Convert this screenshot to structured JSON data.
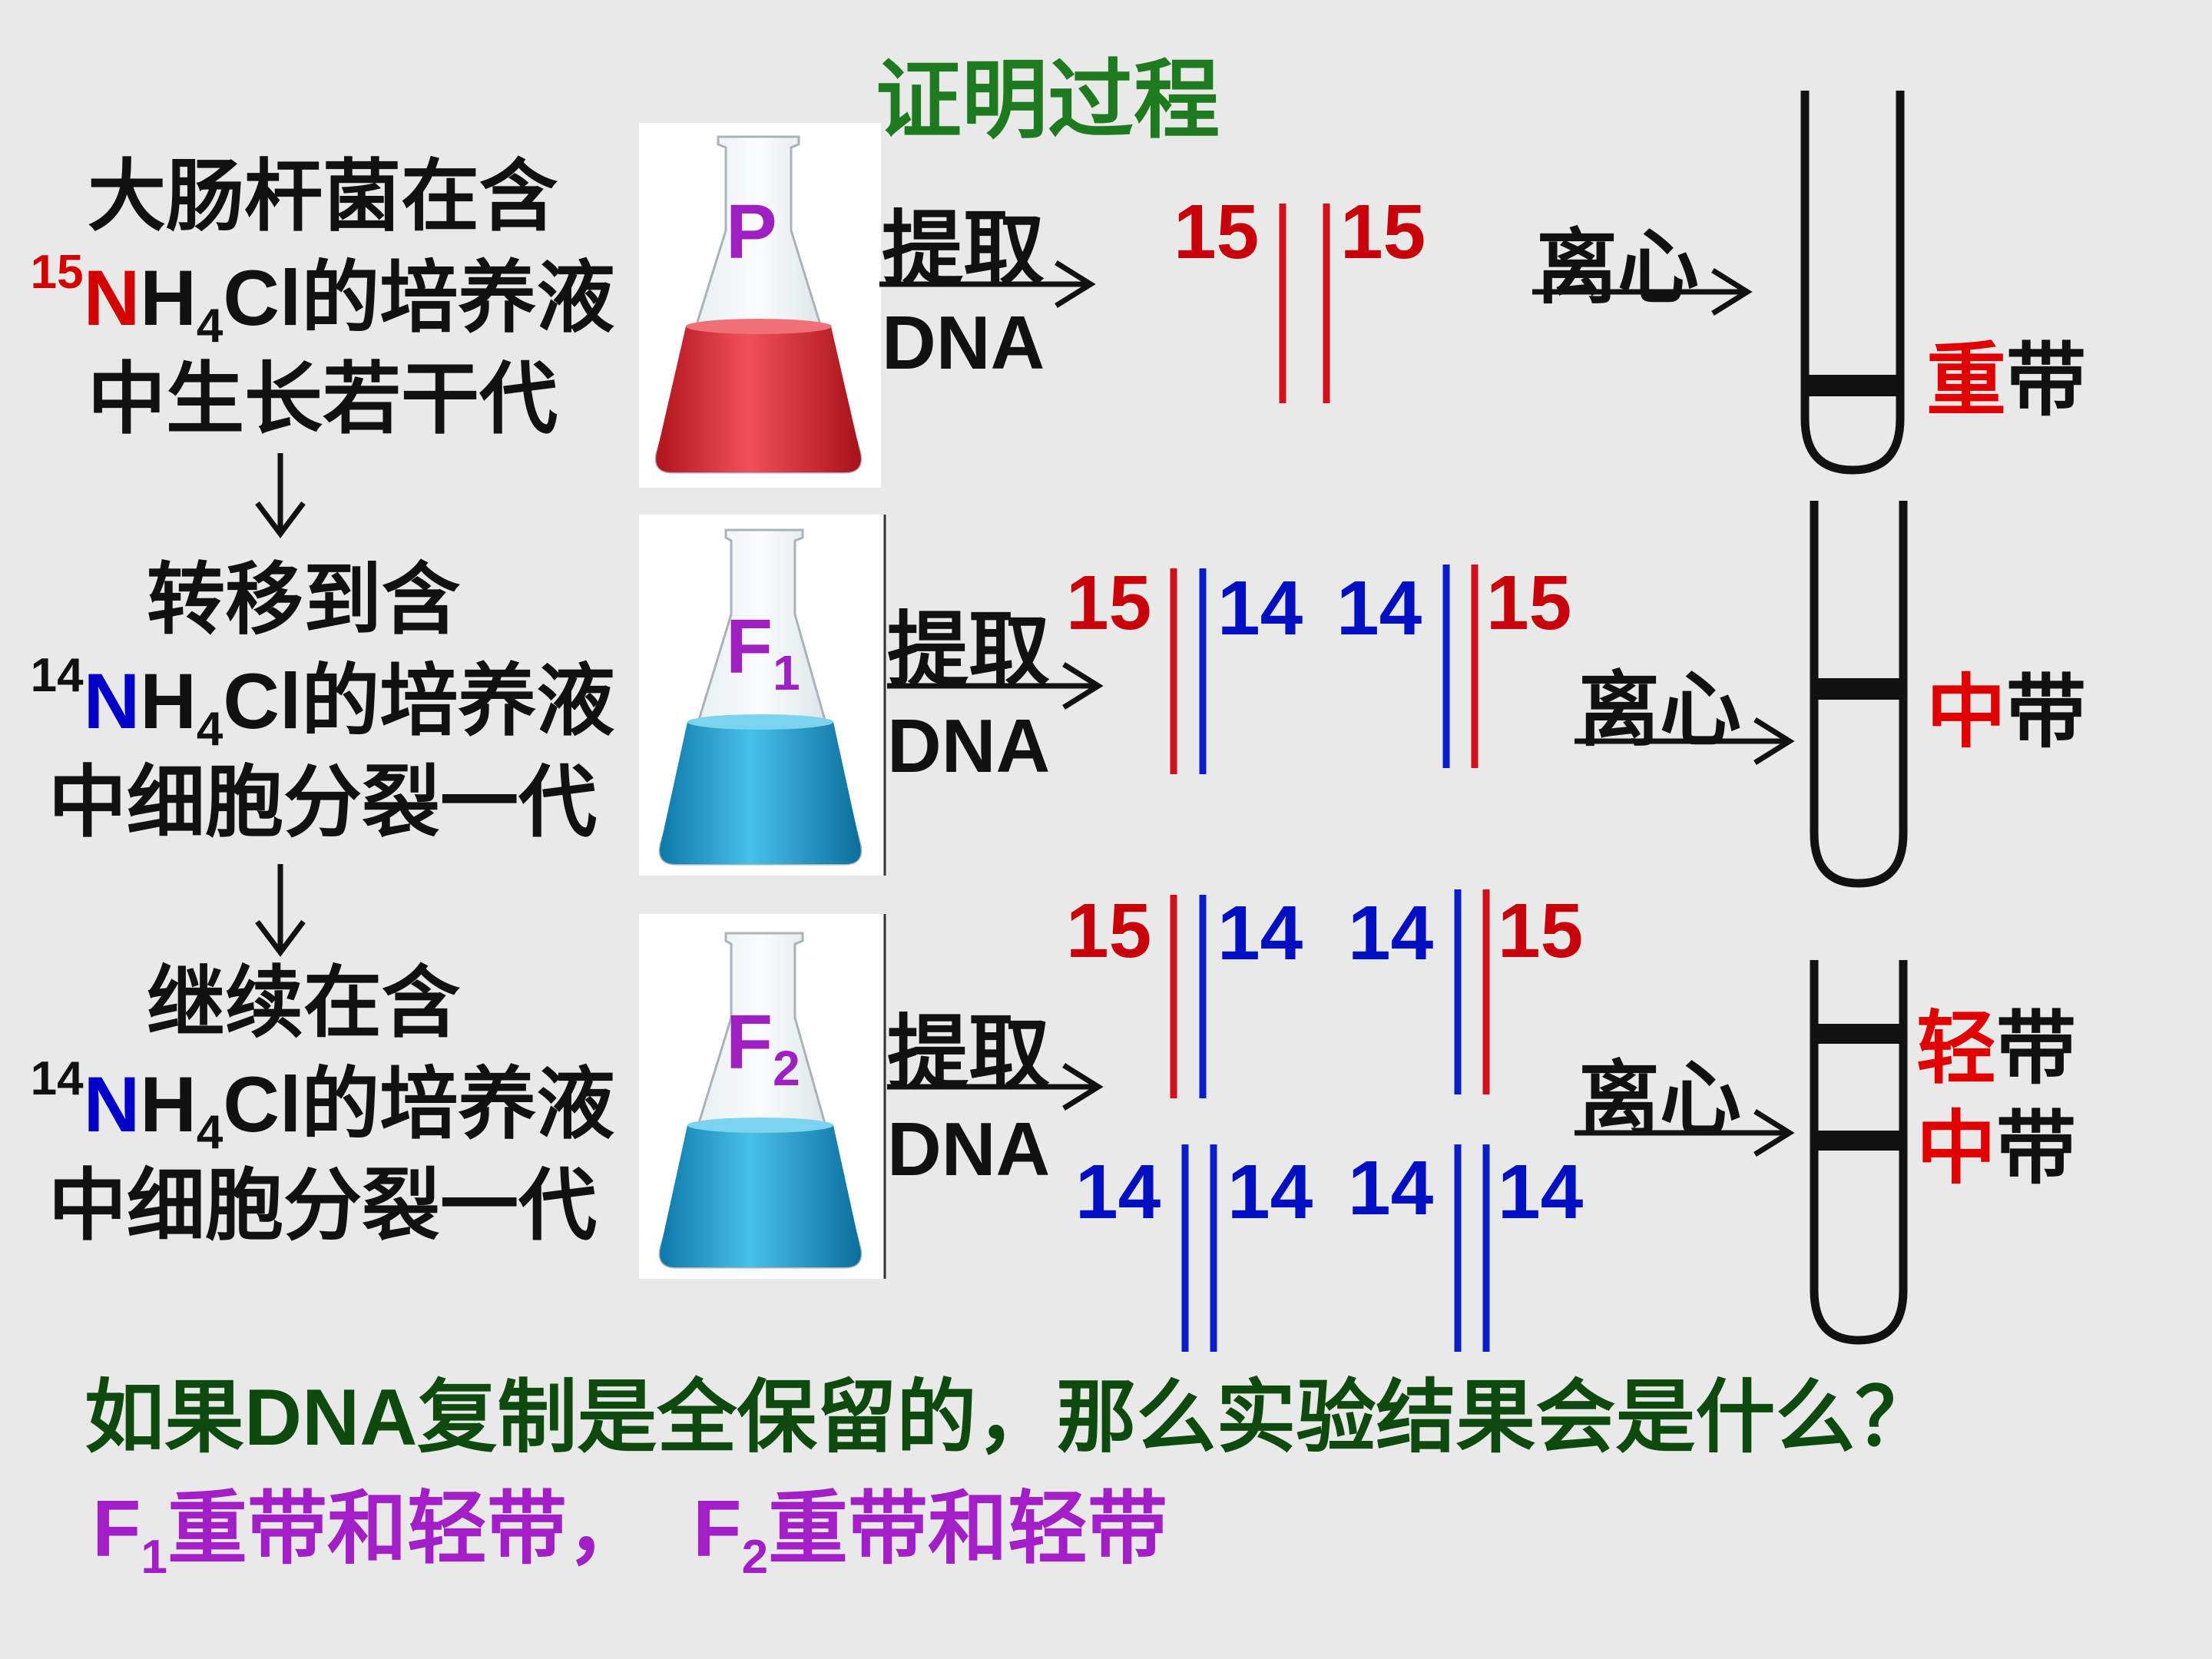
{
  "title": "证明过程",
  "steps": [
    {
      "line1": "大肠杆菌在含",
      "iso": "15",
      "chem_n": "N",
      "chem_h": "H",
      "chem_sub": "4",
      "chem_cl": "Cl",
      "line2_rest": "的培养液",
      "line3": "中生长若干代"
    },
    {
      "line1": "转移到含",
      "iso": "14",
      "chem_n": "N",
      "chem_h": "H",
      "chem_sub": "4",
      "chem_cl": "Cl",
      "line2_rest": "的培养液",
      "line3": "中细胞分裂一代"
    },
    {
      "line1": "继续在含",
      "iso": "14",
      "chem_n": "N",
      "chem_h": "H",
      "chem_sub": "4",
      "chem_cl": "Cl",
      "line2_rest": "的培养液",
      "line3": "中细胞分裂一代"
    }
  ],
  "flasks": [
    {
      "label": "P",
      "sub": "",
      "liquid": "#e0202a"
    },
    {
      "label": "F",
      "sub": "1",
      "liquid": "#1a9ed0"
    },
    {
      "label": "F",
      "sub": "2",
      "liquid": "#1a9ed0"
    }
  ],
  "extract": {
    "top": "提取",
    "bottom": "DNA"
  },
  "centrifuge": "离心",
  "strand_labels": {
    "p": [
      "15",
      "15"
    ],
    "f1": [
      "15",
      "14",
      "14",
      "15"
    ],
    "f2_top": [
      "15",
      "14",
      "14",
      "15"
    ],
    "f2_bottom": [
      "14",
      "14",
      "14",
      "14"
    ]
  },
  "bands": {
    "heavy_hl": "重",
    "mid_hl": "中",
    "light_hl": "轻",
    "suffix": "带"
  },
  "question": {
    "pre": "如果",
    "en": "DNA",
    "post": "复制是全保留的，那么实验结果会是什么？"
  },
  "answer": {
    "f": "F",
    "s1": "1",
    "t1": "重带和轻带，",
    "s2": "2",
    "t2": "重带和轻带"
  },
  "colors": {
    "red": "#c8000a",
    "blue": "#0010c0",
    "title": "#1e7a1e",
    "purple": "#a21fc8"
  }
}
